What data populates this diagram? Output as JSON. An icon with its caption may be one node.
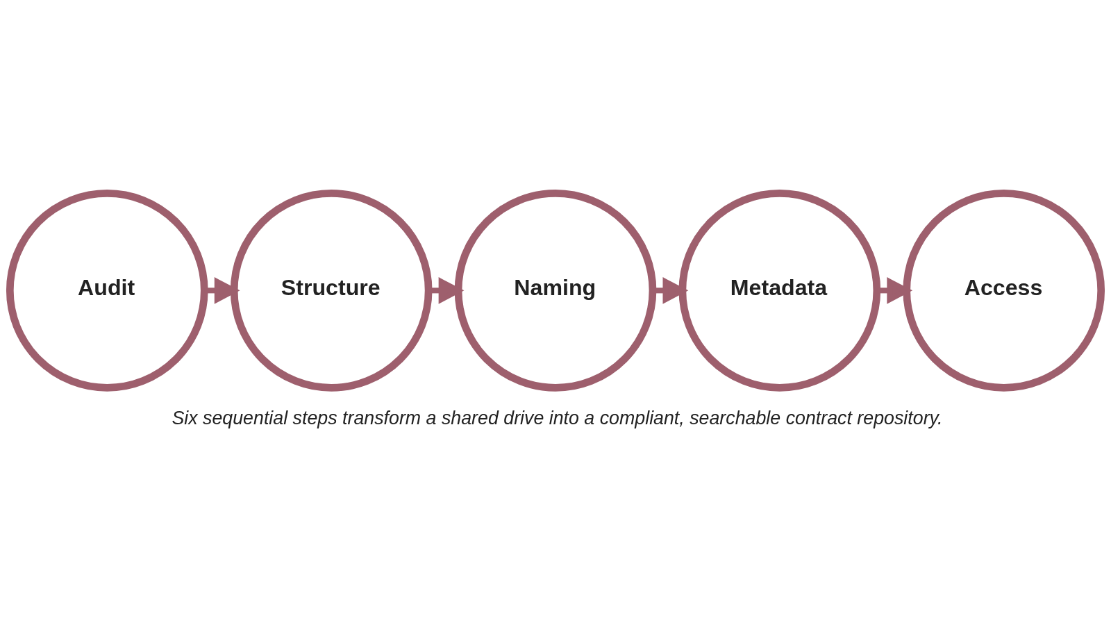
{
  "diagram": {
    "caption": "Six sequential steps transform a shared drive into a compliant, searchable contract repository.",
    "nodes": [
      {
        "text": [
          "Audit"
        ]
      },
      {
        "text": [
          "Structure"
        ]
      },
      {
        "text": [
          "Naming"
        ]
      },
      {
        "text": [
          "Metadata"
        ]
      },
      {
        "text": [
          "Access"
        ]
      }
    ],
    "edges": [
      {
        "from": 0,
        "to": 1,
        "arrow": "to"
      },
      {
        "from": 1,
        "to": 2,
        "arrow": "to"
      },
      {
        "from": 2,
        "to": 3,
        "arrow": "to"
      },
      {
        "from": 3,
        "to": 4,
        "arrow": "to"
      }
    ]
  }
}
